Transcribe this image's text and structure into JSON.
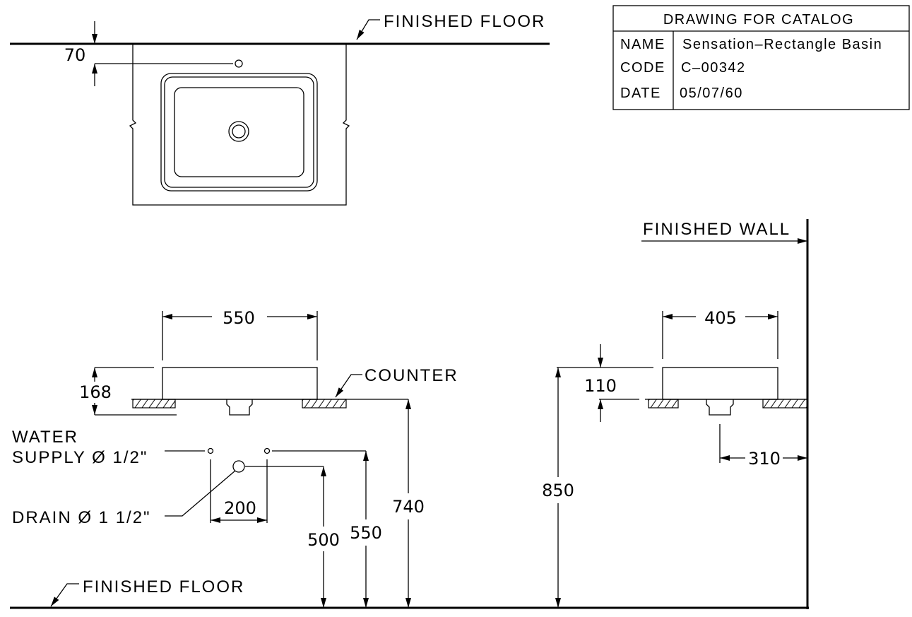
{
  "title_block": {
    "heading": "DRAWING FOR CATALOG",
    "rows": [
      {
        "label": "NAME",
        "value": "Sensation–Rectangle Basin"
      },
      {
        "label": "CODE",
        "value": "C–00342"
      },
      {
        "label": "DATE",
        "value": "05/07/60"
      }
    ]
  },
  "plan_view": {
    "floor_label": "FINISHED FLOOR",
    "dim_tap_offset": "70"
  },
  "front_view": {
    "dim_width": "550",
    "dim_height": "168",
    "counter_label": "COUNTER",
    "water_supply_label_1": "WATER",
    "water_supply_label_2": "SUPPLY Ø 1/2\"",
    "drain_label": "DRAIN Ø 1 1/2\"",
    "dim_supply_spacing": "200",
    "dim_drain_height": "500",
    "dim_supply_height": "550",
    "dim_counter_height": "740",
    "floor_label": "FINISHED FLOOR"
  },
  "side_view": {
    "wall_label": "FINISHED WALL",
    "dim_depth": "405",
    "dim_height_above_counter": "110",
    "dim_rim_height": "850",
    "dim_drain_from_wall": "310"
  }
}
